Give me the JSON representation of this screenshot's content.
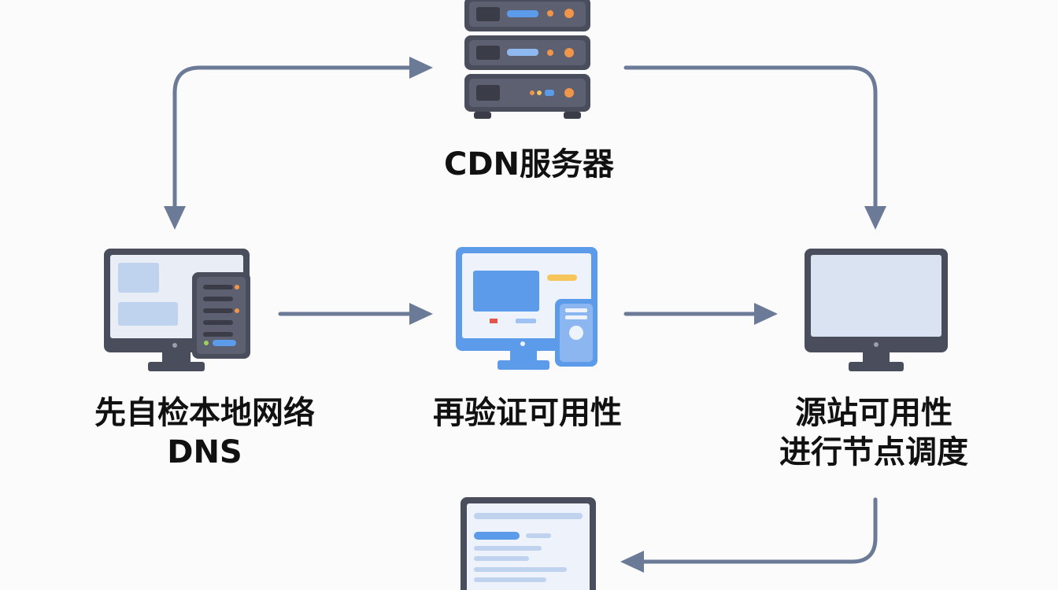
{
  "nodes": {
    "cdn_server": {
      "label": "CDN服务器"
    },
    "local_check": {
      "label_lines": [
        "先自检本地网络",
        "DNS"
      ]
    },
    "verify": {
      "label": "再验证可用性"
    },
    "origin": {
      "label_lines": [
        "源站可用性",
        "进行节点调度"
      ]
    },
    "laptop": {
      "label": ""
    }
  },
  "icons": {
    "cdn_server": "server-rack-icon",
    "local_check": "desktop-with-tower-icon",
    "verify": "monitor-with-tower-icon",
    "origin": "blank-monitor-icon",
    "laptop": "laptop-icon"
  },
  "colors": {
    "arrow": "#6b7a96",
    "device_dark": "#4a4d5c",
    "screen_light": "#d9e3f2",
    "accent_blue": "#5b9bea",
    "accent_orange": "#f0954a",
    "accent_yellow": "#f6c65b",
    "accent_red": "#e2574c",
    "accent_green": "#9bd05a",
    "text": "#111111",
    "background": "#fbfbfc"
  }
}
